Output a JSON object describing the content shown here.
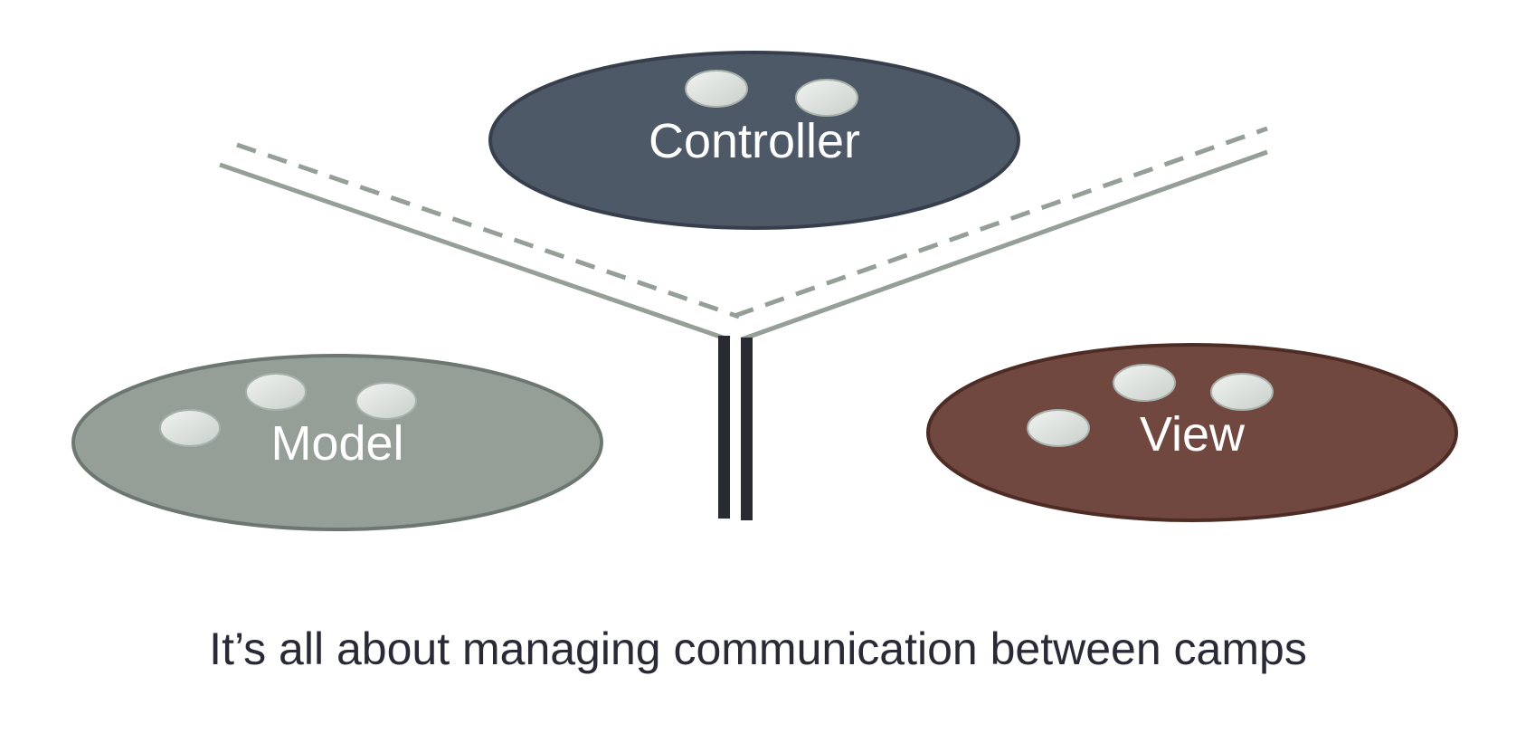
{
  "camps": {
    "controller": {
      "label": "Controller",
      "fill": "#4e5968",
      "stroke": "#363f4b"
    },
    "model": {
      "label": "Model",
      "fill": "#959f97",
      "stroke": "#6c7770"
    },
    "view": {
      "label": "View",
      "fill": "#714840",
      "stroke": "#4e2c26"
    }
  },
  "colors": {
    "connector_line": "#959f97",
    "wall": "#2a2a33",
    "member_fill": "#dfe3df",
    "member_stroke": "#a7b0aa",
    "caption_text": "#2a2a36"
  },
  "caption": "It’s all about managing communication between camps"
}
